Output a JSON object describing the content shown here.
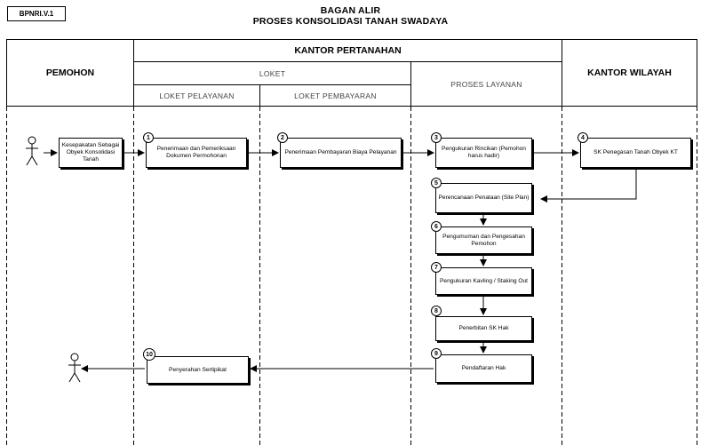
{
  "doc_code": "BPNRI.V.1",
  "title_line1": "BAGAN ALIR",
  "title_line2": "PROSES KONSOLIDASI TANAH SWADAYA",
  "headers": {
    "pemohon": "PEMOHON",
    "kantor_pertanahan": "KANTOR PERTANAHAN",
    "loket": "LOKET",
    "loket_pelayanan": "LOKET PELAYANAN",
    "loket_pembayaran": "LOKET PEMBAYARAN",
    "proses_layanan": "PROSES LAYANAN",
    "kantor_wilayah": "KANTOR WILAYAH"
  },
  "steps": {
    "start": "Kesepakatan Sebagai Obyek Konsolidasi Tanah",
    "s1": "Penerimaan dan Pemeriksaan Dokumen Permohonan",
    "s2": "Penerimaan Pembayaran Biaya Pelayanan",
    "s3": "Pengukuran Rincikan (Pemohon harus hadir)",
    "s4": "SK Penegasan Tanah Obyek KT",
    "s5": "Perencanaan Penataan (Site Plan)",
    "s6": "Pengumuman dan Pengesahan Pemohon",
    "s7": "Pengukuran Kavling / Staking Out",
    "s8": "Penerbitan SK Hak",
    "s9": "Pendaftaran Hak",
    "s10": "Penyerahan Sertipikat"
  },
  "numbers": {
    "n1": "1",
    "n2": "2",
    "n3": "3",
    "n4": "4",
    "n5": "5",
    "n6": "6",
    "n7": "7",
    "n8": "8",
    "n9": "9",
    "n10": "10"
  }
}
